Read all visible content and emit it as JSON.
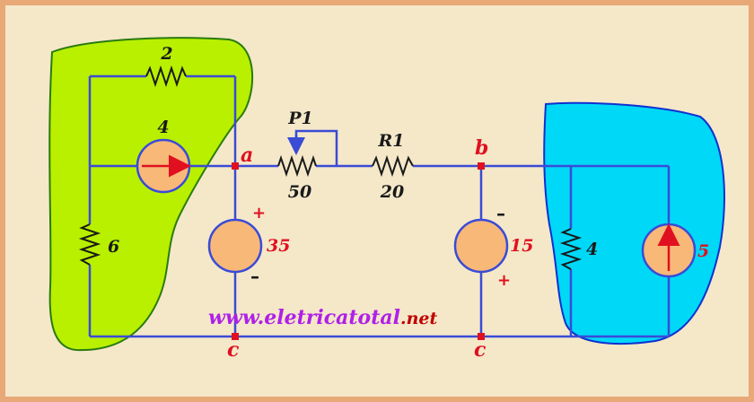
{
  "colors": {
    "background": "#f4e8c8",
    "frame": "#e8a878",
    "wire": "#3a4bd6",
    "green_region": "#b8f000",
    "blue_region": "#00d8f8",
    "source_fill": "#f8b878",
    "node_marker": "#e01020",
    "watermark_purple": "#b020e8",
    "watermark_red": "#c00000"
  },
  "components": {
    "r_top_left": "2",
    "current_source_left": "4",
    "r_left": "6",
    "potentiometer_name": "P1",
    "potentiometer_value": "50",
    "resistor_name": "R1",
    "resistor_value": "20",
    "voltage_source_a": "35",
    "voltage_source_b": "15",
    "r_right": "4",
    "current_source_right": "5"
  },
  "nodes": {
    "a": "a",
    "b": "b",
    "c_left": "c",
    "c_right": "c"
  },
  "polarity": {
    "vs35_top": "+",
    "vs35_bottom": "–",
    "vs15_top": "–",
    "vs15_bottom": "+"
  },
  "watermark": {
    "prefix": "www.",
    "name": "eletricatotal",
    "suffix": ".net"
  }
}
